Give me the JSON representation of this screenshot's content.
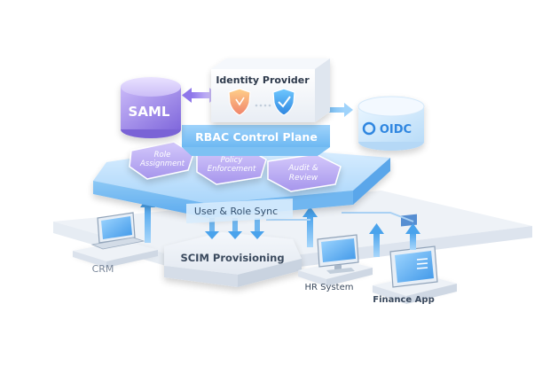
{
  "identity_provider": {
    "label": "Identity Provider"
  },
  "saml": {
    "label": "SAML"
  },
  "oidc": {
    "label": "OIDC"
  },
  "control_plane": {
    "title": "RBAC Control Plane",
    "modules": [
      {
        "line1": "Role",
        "line2": "Assignment"
      },
      {
        "line1": "Policy",
        "line2": "Enforcement"
      },
      {
        "line1": "Audit &",
        "line2": "Review"
      }
    ]
  },
  "sync": {
    "label": "User & Role Sync"
  },
  "scim": {
    "label": "SCIM Provisioning"
  },
  "apps": [
    {
      "label": "CRM"
    },
    {
      "label": "HR System"
    },
    {
      "label": "Finance App"
    }
  ],
  "colors": {
    "accent_blue": "#5aa9f0",
    "platform_top": "#bfe0fb",
    "platform_side": "#7dc0f3",
    "saml_purple": "#8f7be4",
    "oidc_blue": "#d2ebfd",
    "module_purple": "#b6a6ee",
    "arrow_blue": "#5fb0ee",
    "arrow_purple": "#9b86ee"
  }
}
